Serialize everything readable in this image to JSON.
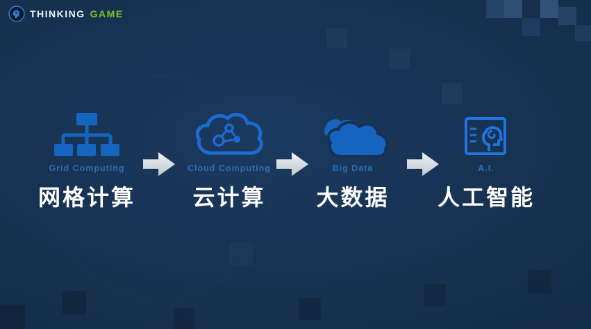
{
  "logo": {
    "brand": "THINKING",
    "brand_accent": "GAME",
    "icon": "brain-head-icon"
  },
  "stages": [
    {
      "en": "Grid Computing",
      "zh": "网格计算",
      "icon": "grid-computing-icon"
    },
    {
      "en": "Cloud Computing",
      "zh": "云计算",
      "icon": "cloud-computing-icon"
    },
    {
      "en": "Big Data",
      "zh": "大数据",
      "icon": "big-data-icon"
    },
    {
      "en": "A.I.",
      "zh": "人工智能",
      "icon": "ai-icon"
    }
  ],
  "colors": {
    "background": "#173252",
    "icon_blue": "#1565c0",
    "label_blue": "#2d6fb5",
    "text_white": "#ffffff",
    "brand_green": "#76b82a",
    "arrow_silver": "#d2d8de"
  }
}
